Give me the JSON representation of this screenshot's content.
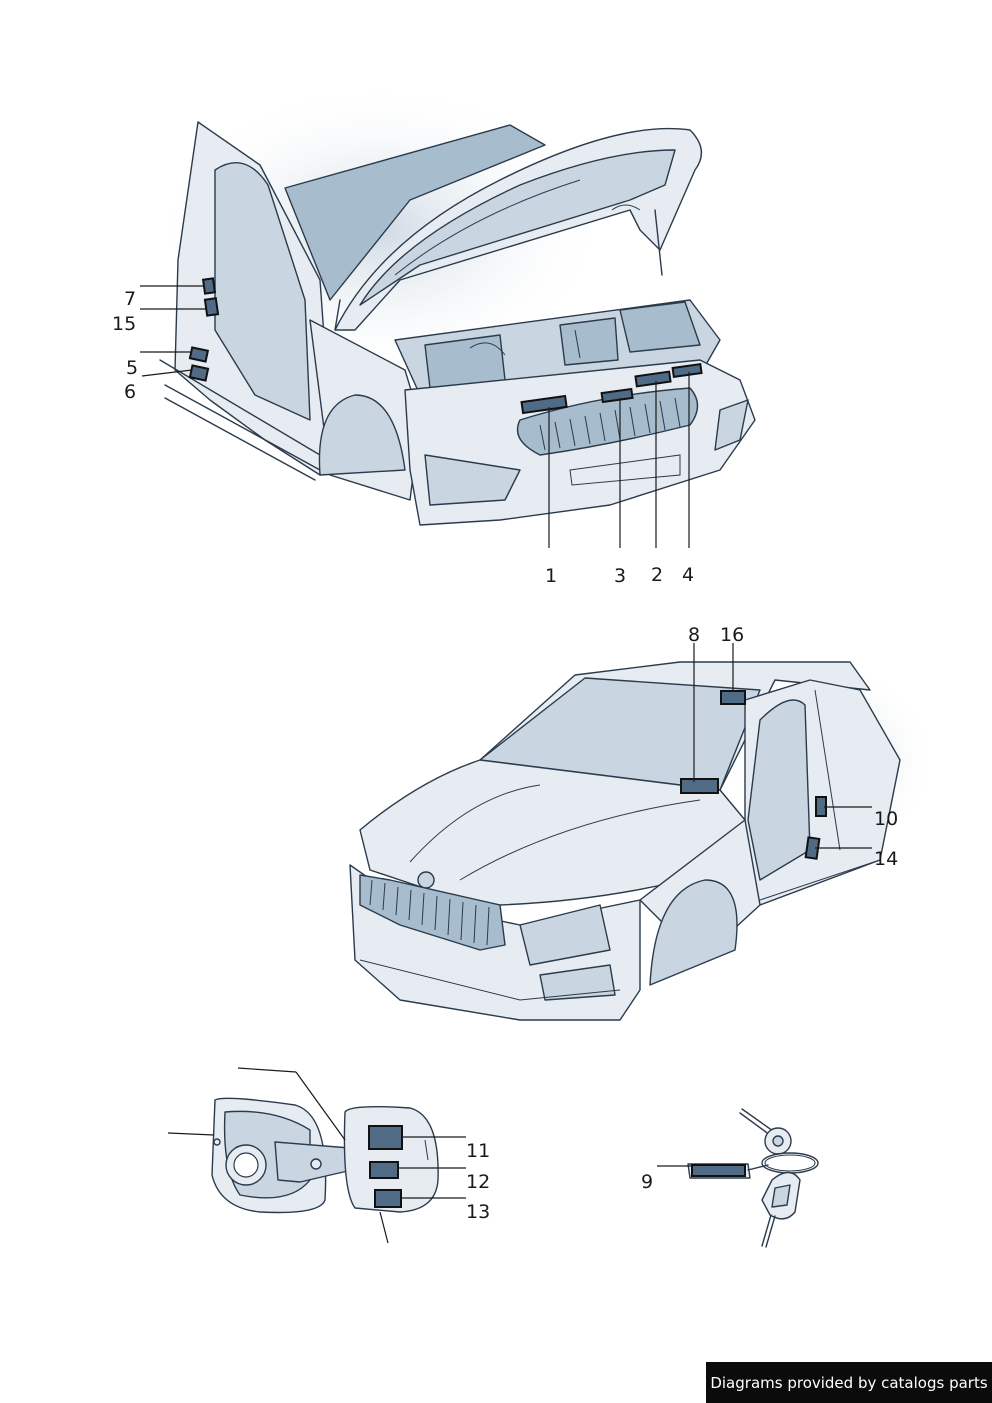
{
  "callouts": {
    "c1": "1",
    "c2": "2",
    "c3": "3",
    "c4": "4",
    "c5": "5",
    "c6": "6",
    "c7": "7",
    "c8": "8",
    "c9": "9",
    "c10": "10",
    "c11": "11",
    "c12": "12",
    "c13": "13",
    "c14": "14",
    "c15": "15",
    "c16": "16"
  },
  "footer": {
    "text": "Diagrams provided by catalogs parts"
  },
  "colors": {
    "ink": "#2b3b4c",
    "panel_light": "#e6ecf2",
    "panel_mid": "#c9d6e2",
    "panel_dark": "#a7bccd",
    "label_plate": "#4f6b86",
    "banner": "#0b0b0b"
  }
}
